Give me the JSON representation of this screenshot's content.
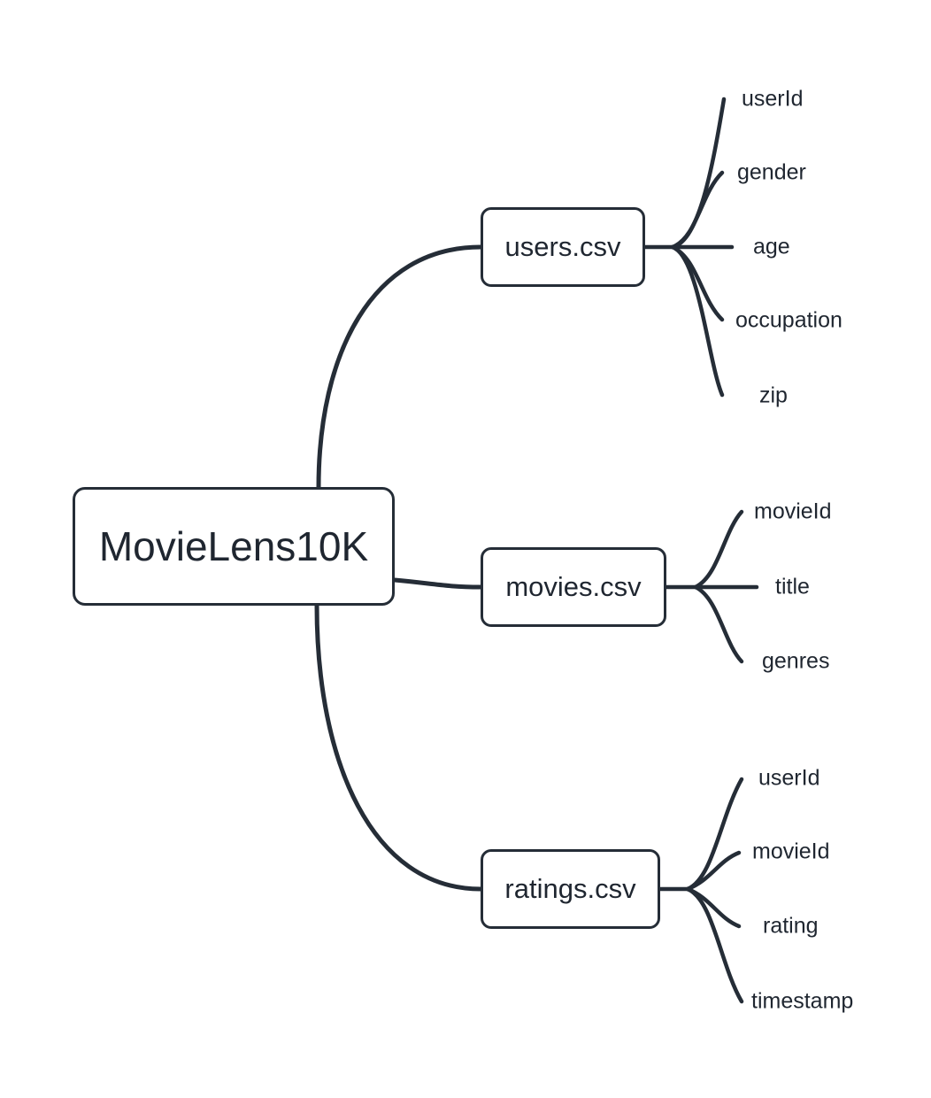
{
  "diagram": {
    "type": "mindmap",
    "title": "MovieLens10K dataset file/field mindmap",
    "colors": {
      "background": "#ffffff",
      "stroke": "#252d37",
      "text": "#1f2630",
      "node_fill": "#ffffff"
    },
    "root": {
      "label": "MovieLens10K"
    },
    "branches": [
      {
        "label": "users.csv",
        "leaves": [
          {
            "label": "userId"
          },
          {
            "label": "gender"
          },
          {
            "label": "age"
          },
          {
            "label": "occupation"
          },
          {
            "label": "zip"
          }
        ]
      },
      {
        "label": "movies.csv",
        "leaves": [
          {
            "label": "movieId"
          },
          {
            "label": "title"
          },
          {
            "label": "genres"
          }
        ]
      },
      {
        "label": "ratings.csv",
        "leaves": [
          {
            "label": "userId"
          },
          {
            "label": "movieId"
          },
          {
            "label": "rating"
          },
          {
            "label": "timestamp"
          }
        ]
      }
    ]
  }
}
